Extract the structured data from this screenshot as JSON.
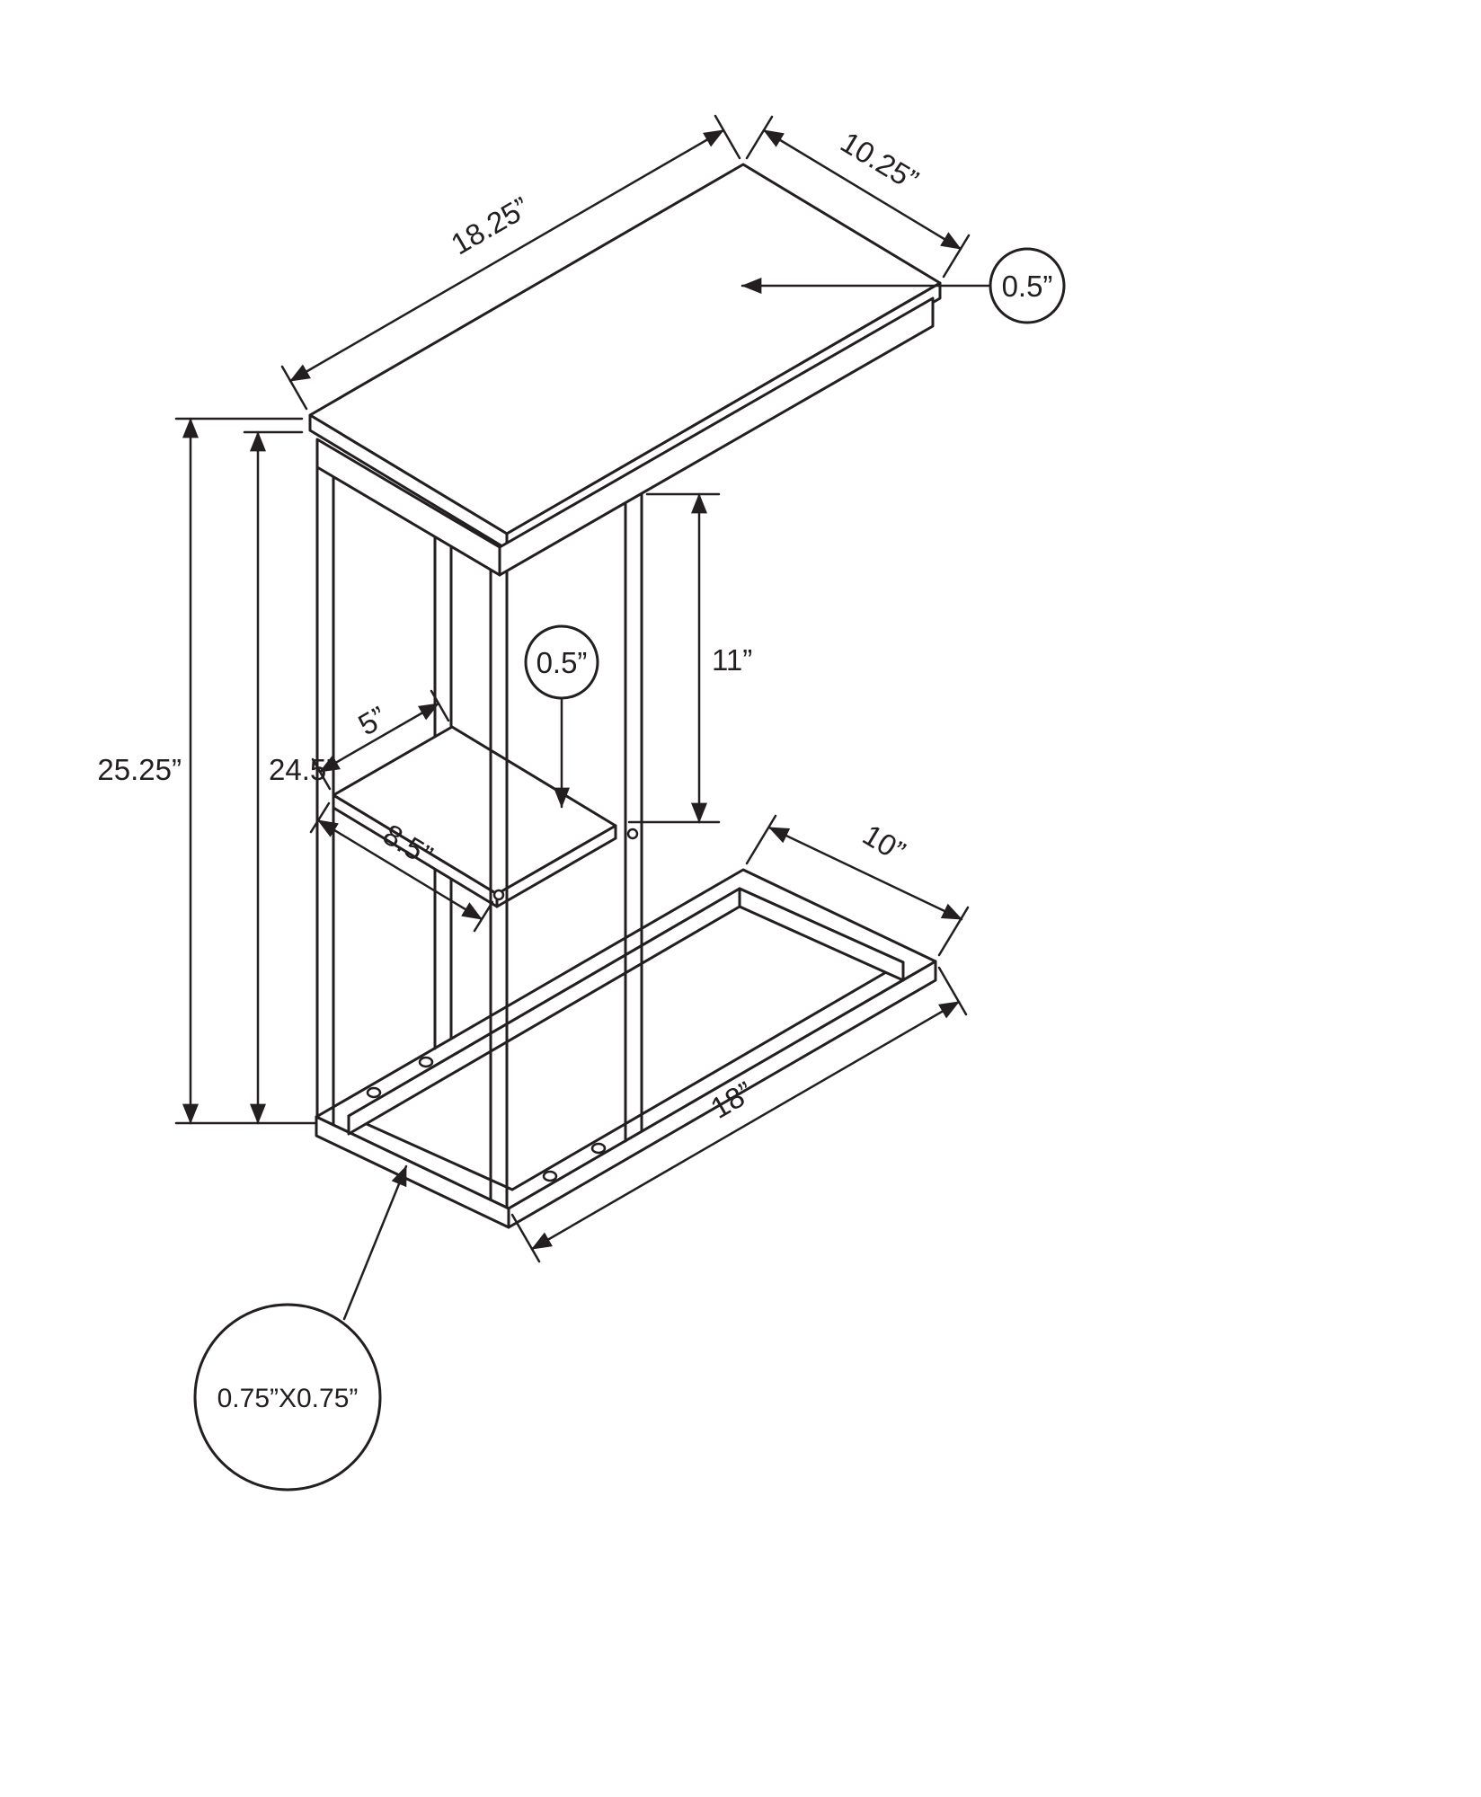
{
  "figure": {
    "line_color": "#231f20",
    "background": "#ffffff"
  },
  "labels": {
    "top_length": "18.25”",
    "top_width": "10.25”",
    "top_thickness": "0.5”",
    "overall_height": "25.25”",
    "frame_height": "24.5”",
    "opening_height": "11”",
    "shelf_thickness": "0.5”",
    "shelf_length": "5”",
    "shelf_depth": "8.5”",
    "base_width": "10”",
    "base_length": "18”",
    "tube_profile": "0.75”X0.75”"
  }
}
